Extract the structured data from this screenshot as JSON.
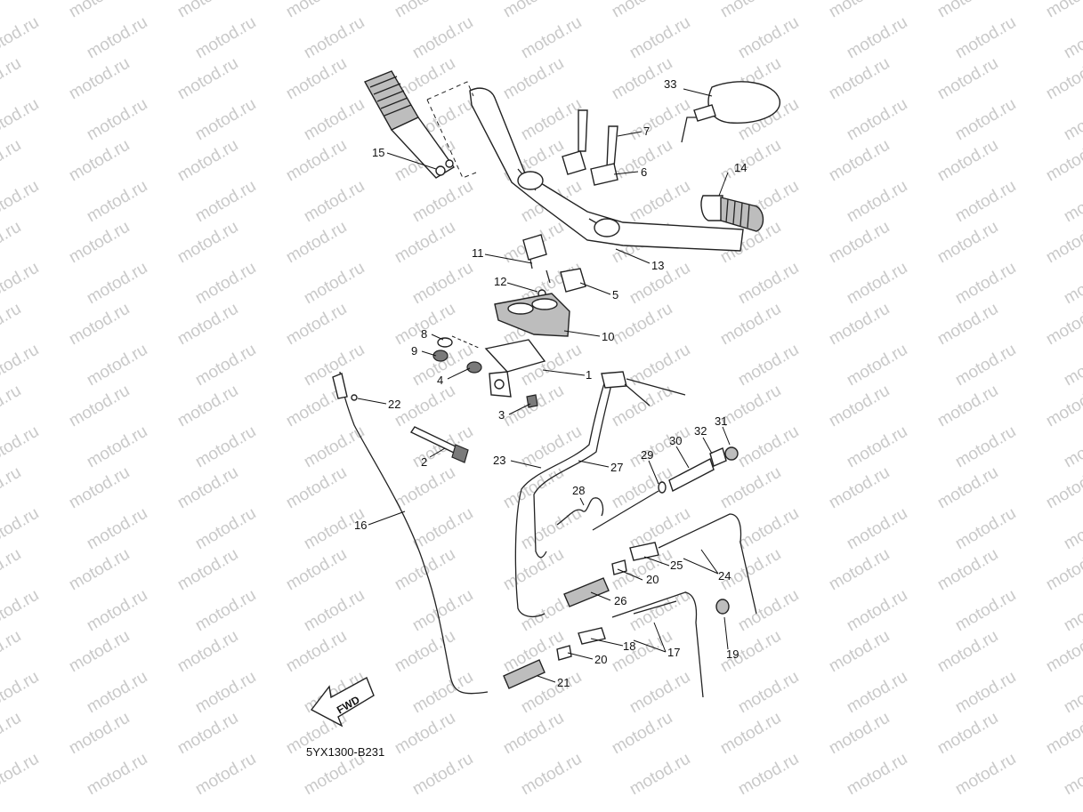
{
  "watermark": "motod.ru",
  "diagram_code": "5YX1300-B231",
  "direction_label": "FWD",
  "callouts": [
    "1",
    "2",
    "3",
    "4",
    "5",
    "6",
    "7",
    "8",
    "9",
    "10",
    "11",
    "12",
    "13",
    "14",
    "15",
    "16",
    "17",
    "18",
    "19",
    "20",
    "20",
    "21",
    "22",
    "23",
    "24",
    "25",
    "26",
    "27",
    "28",
    "29",
    "30",
    "31",
    "32",
    "33"
  ]
}
